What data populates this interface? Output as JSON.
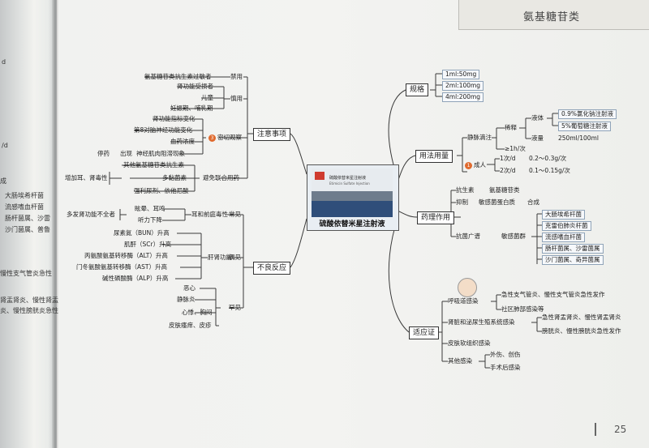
{
  "header": {
    "section_title": "氨基糖苷类"
  },
  "page_number": "25",
  "prev_page_fragments": [
    "d",
    "/d",
    "成",
    "大肠埃希杆菌",
    "流感嗜血杆菌",
    "肠杆菌属、沙雷",
    "沙门菌属、普鲁",
    "慢性支气管炎急性",
    "肾盂肾炎、慢性肾盂",
    "炎、慢性膀胱炎急性"
  ],
  "center": {
    "label": "硫酸依替米星注射液",
    "drug_text": "硫酸依替米星注射液",
    "drug_sub": "Etimicin Sulfate Injection"
  },
  "branches": {
    "spec": {
      "label": "规格",
      "items": [
        "1ml:50mg",
        "2ml:100mg",
        "4ml:200mg"
      ]
    },
    "usage": {
      "label": "用法用量",
      "iv": "静脉滴注",
      "dilute": "稀释",
      "liquid": "液体",
      "liquid_opts": [
        "0.9%氯化钠注射液",
        "5%葡萄糖注射液"
      ],
      "volume_label": "液量",
      "volume": "250ml/100ml",
      "time": "≥1h/次",
      "adult": "成人",
      "adult_num": "1",
      "dose1": "1次/d",
      "dose1_val": "0.2～0.3g/次",
      "dose2": "2次/d",
      "dose2_val": "0.1～0.15g/次"
    },
    "pharm": {
      "label": "药理作用",
      "antibiotic": "抗生素",
      "antibiotic_val": "氨基糖苷类",
      "inhibit": "抑制",
      "inhibit_target": "敏感菌蛋白质",
      "inhibit_result": "合成",
      "spectrum": "抗菌广谱",
      "sensitive": "敏感菌群",
      "bacteria": [
        "大肠埃希杆菌",
        "克雷伯肺炎杆菌",
        "流感嗜血杆菌",
        "肠杆菌属、沙雷菌属",
        "沙门菌属、奇异菌属"
      ]
    },
    "indication": {
      "label": "适应证",
      "resp": "呼吸道感染",
      "resp_items": [
        "急性支气管炎、慢性支气管炎急性发作",
        "社区肺部感染等"
      ],
      "uro": "肾脏和泌尿生殖系统感染",
      "uro_items": [
        "急性肾盂肾炎、慢性肾盂肾炎",
        "膀胱炎、慢性膀胱炎急性发作"
      ],
      "skin": "皮肤软组织感染",
      "other": "其他感染",
      "other_items": [
        "外伤、创伤",
        "手术后感染"
      ]
    },
    "caution": {
      "label": "注意事项",
      "contra": "禁用",
      "contra_item": "氨基糖苷类抗生素过敏者",
      "careful": "慎用",
      "careful_items": [
        "肾功能受损者",
        "儿童",
        "妊娠期、哺乳期"
      ],
      "monitor": "密切观察",
      "monitor_num": "3",
      "monitor_items": [
        "肾功能指标变化",
        "第8对脑神经功能变化",
        "血药浓度"
      ],
      "stop_drug": "停药",
      "appear": "出现",
      "nerve": "神经肌肉阻滞现象",
      "avoid": "避免联合用药",
      "combo": [
        "其他氨基糖苷类抗生素",
        "多黏菌素",
        "强利尿剂、依他尼酸"
      ],
      "note": "增加耳、肾毒性"
    },
    "adverse": {
      "label": "不良反应",
      "common": "常见",
      "ear_kidney": "耳和前庭毒性",
      "ear_items": [
        "眩晕、耳鸣",
        "听力下降"
      ],
      "renal_note": "多发肾功能不全者",
      "occasional": "偶见",
      "liver": "肝肾功能",
      "lab": [
        "尿素氮（BUN）升高",
        "肌酐（SCr）升高",
        "丙氨酸氨基转移酶（ALT）升高",
        "门冬氨酸氨基转移酶（AST）升高",
        "碱性磷酸酶（ALP）升高"
      ],
      "rare": "罕见",
      "rare_items": [
        "恶心",
        "静脉炎",
        "心悸、胸闷",
        "皮肤瘙痒、皮疹"
      ]
    }
  },
  "colors": {
    "line": "#3a3a3a",
    "accent": "#e06a2e",
    "box_border": "#8fa3b8"
  }
}
